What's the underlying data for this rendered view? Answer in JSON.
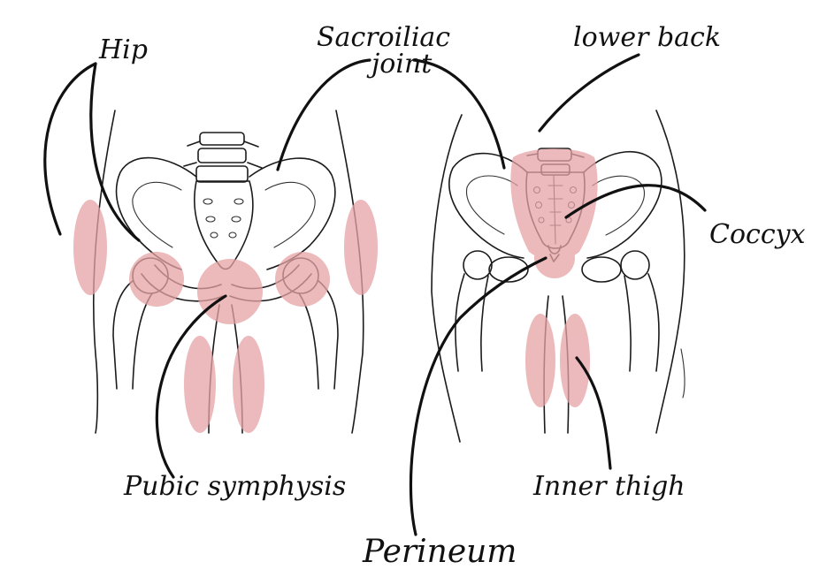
{
  "colors": {
    "pain_zone": "#e6a3a5",
    "ink": "#111111",
    "background": "#ffffff"
  },
  "labels": {
    "hip": "Hip",
    "sacroiliac_line1": "Sacroiliac",
    "sacroiliac_line2": "joint",
    "lower_back": "lower back",
    "coccyx": "Coccyx",
    "pubic_symphysis": "Pubic symphysis",
    "inner_thigh": "Inner thigh",
    "perineum": "Perineum"
  },
  "views": {
    "front": "front-pelvis-view",
    "back": "back-pelvis-view"
  }
}
